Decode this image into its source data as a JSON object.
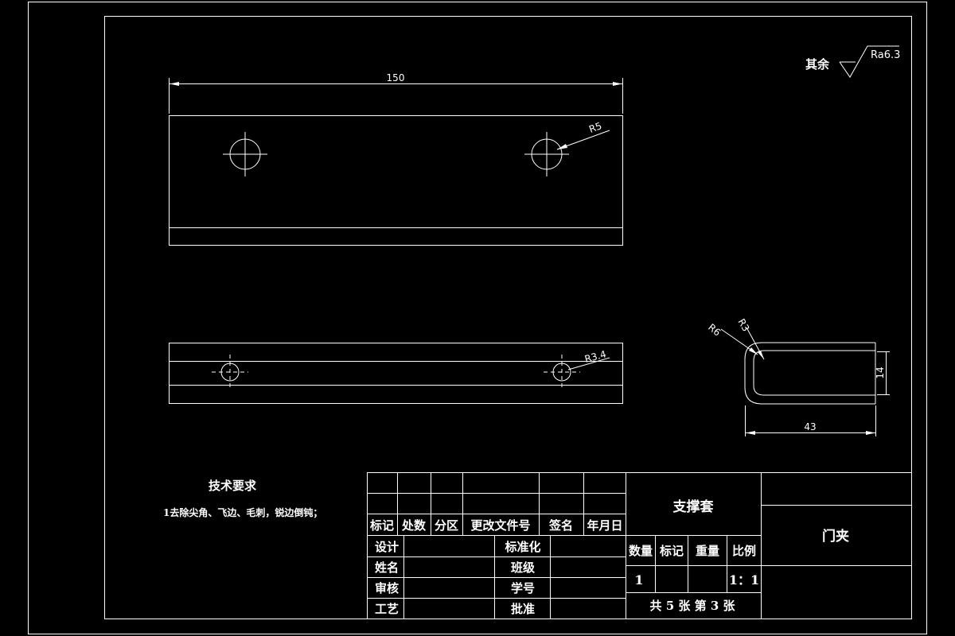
{
  "colors": {
    "background": "#000000",
    "line": "#ffffff"
  },
  "surface": {
    "note": "其余",
    "symbol_value": "Ra6.3"
  },
  "dims": {
    "length": "150",
    "hole_radius_top": "R5",
    "hole_radius_bottom": "R3.4",
    "bend_outer": "R6",
    "bend_inner": "R3",
    "side_height": "14",
    "side_width": "43"
  },
  "tech": {
    "title": "技术要求",
    "item": "1去除尖角、飞边、毛刺，锐边倒钝；"
  },
  "title_block": {
    "rev_headers": [
      "标记",
      "处数",
      "分区",
      "更改文件号",
      "签名",
      "年月日"
    ],
    "left_labels": [
      "设计",
      "姓名",
      "审核",
      "工艺"
    ],
    "mid_labels": [
      "标准化",
      "班级",
      "学号",
      "批准"
    ],
    "part_name": "支撑套",
    "attr_headers": [
      "数量",
      "标记",
      "重量",
      "比例"
    ],
    "quantity": "1",
    "scale": "1：1",
    "sheets": "共 5 张 第 3 张",
    "assembly": "门夹"
  }
}
